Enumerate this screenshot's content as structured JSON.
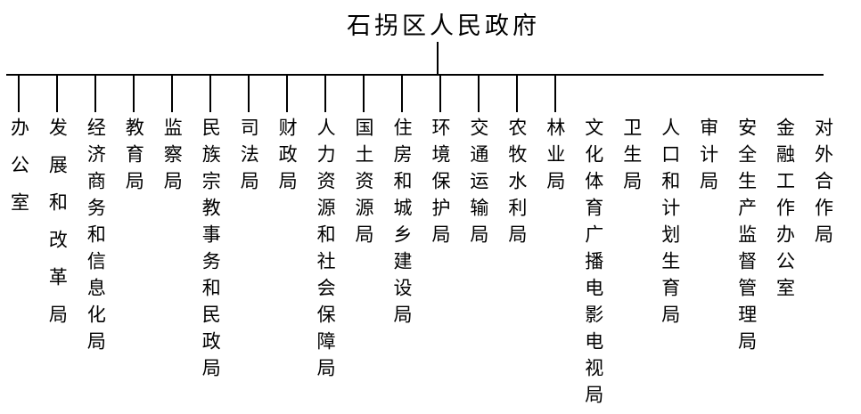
{
  "title": "石拐区人民政府",
  "departments": [
    {
      "name": "办公室"
    },
    {
      "name": "发展和改革局"
    },
    {
      "name": "经济商务和信息化局"
    },
    {
      "name": "教育局"
    },
    {
      "name": "监察局"
    },
    {
      "name": "民族宗教事务和民政局"
    },
    {
      "name": "司法局"
    },
    {
      "name": "财政局"
    },
    {
      "name": "人力资源和社会保障局"
    },
    {
      "name": "国土资源局"
    },
    {
      "name": "住房和城乡建设局"
    },
    {
      "name": "环境保护局"
    },
    {
      "name": "交通运输局"
    },
    {
      "name": "农牧水利局"
    },
    {
      "name": "林业局"
    },
    {
      "name": "文化体育广播电影电视局"
    },
    {
      "name": "卫生局"
    },
    {
      "name": "人口和计划生育局"
    },
    {
      "name": "审计局"
    },
    {
      "name": "安全生产监督管理局"
    },
    {
      "name": "金融工作办公室"
    },
    {
      "name": "对外合作局"
    }
  ],
  "colors": {
    "background": "#ffffff",
    "line": "#000000",
    "text": "#000000"
  }
}
